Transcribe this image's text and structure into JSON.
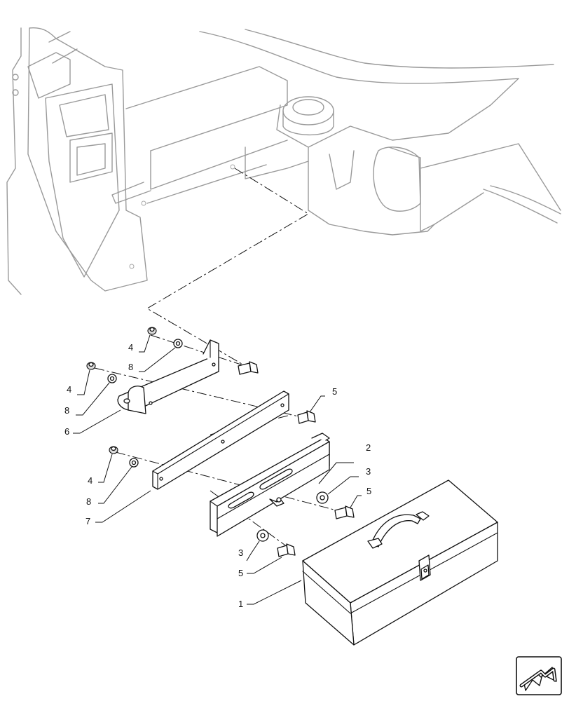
{
  "callouts": [
    {
      "id": "c1",
      "label": "1"
    },
    {
      "id": "c2",
      "label": "2"
    },
    {
      "id": "c3a",
      "label": "3"
    },
    {
      "id": "c3b",
      "label": "3"
    },
    {
      "id": "c4a",
      "label": "4"
    },
    {
      "id": "c4b",
      "label": "4"
    },
    {
      "id": "c4c",
      "label": "4"
    },
    {
      "id": "c5a",
      "label": "5"
    },
    {
      "id": "c5b",
      "label": "5"
    },
    {
      "id": "c5c",
      "label": "5"
    },
    {
      "id": "c6",
      "label": "6"
    },
    {
      "id": "c7",
      "label": "7"
    },
    {
      "id": "c8a",
      "label": "8"
    },
    {
      "id": "c8b",
      "label": "8"
    },
    {
      "id": "c8c",
      "label": "8"
    }
  ],
  "icons": {
    "navigation": "next-page-arrow-icon"
  }
}
